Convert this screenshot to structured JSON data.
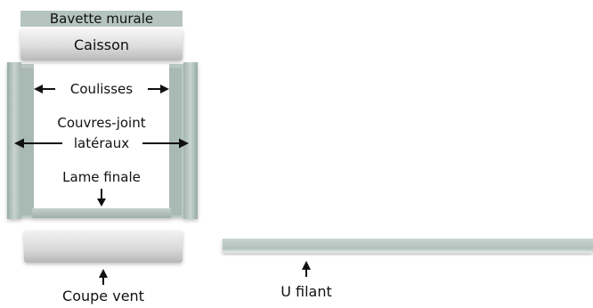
{
  "diagram": {
    "labels": {
      "bavette": "Bavette murale",
      "caisson": "Caisson",
      "coulisses": "Coulisses",
      "couvres_joint_line1": "Couvres-joint",
      "couvres_joint_line2": "latéraux",
      "lame_finale": "Lame finale",
      "coupe_vent": "Coupe vent",
      "u_filant": "U filant"
    },
    "colors": {
      "panel_fill": "#b8c6c1",
      "panel_dark": "#8fa39d",
      "metal_light": "#f1f1f1",
      "metal_mid": "#d2d2d2",
      "metal_dark": "#aeaeae",
      "text": "#111111"
    }
  }
}
